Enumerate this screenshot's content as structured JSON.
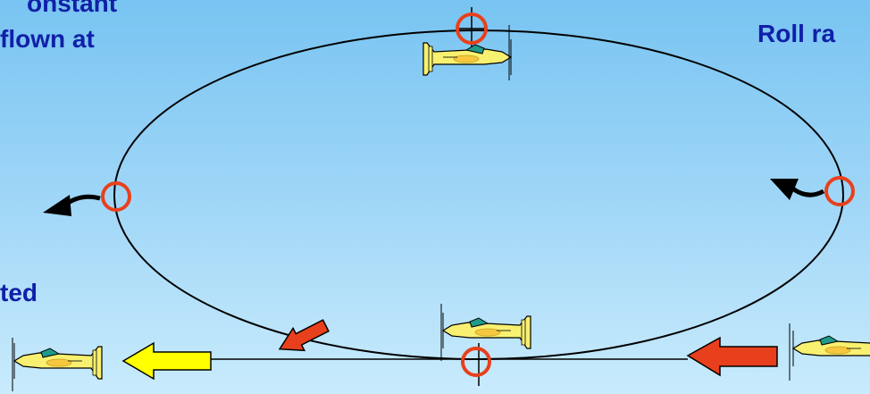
{
  "captions": {
    "top_left_line1": "onstant",
    "top_left_line2": "flown at",
    "top_right": "Roll ra",
    "bottom_left": "ted"
  },
  "colors": {
    "sky_top": "#78c4f2",
    "sky_bottom": "#c9ebfc",
    "caption_text": "#1020a8",
    "loop_line": "#000000",
    "marker_circle": "#e8401c",
    "arrow_red": "#e8401c",
    "arrow_yellow": "#ffff00",
    "plane_body": "#f8f070",
    "plane_canopy": "#1f9a8a"
  },
  "icons": [
    "plane-icon",
    "marker-circle-icon",
    "roll-arrow-icon",
    "direction-arrow-icon"
  ]
}
